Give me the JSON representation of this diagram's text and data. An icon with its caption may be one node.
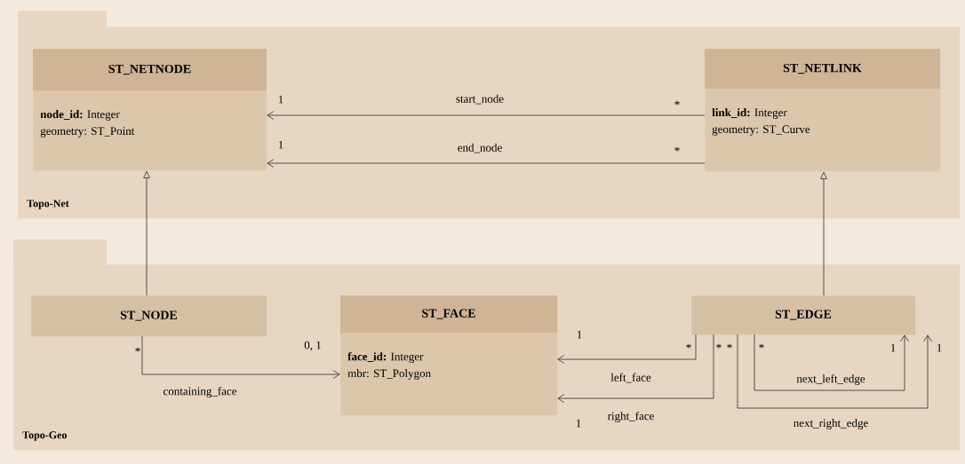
{
  "diagram": {
    "nodes": [
      {
        "text": [
          "Topo-Net"
        ]
      },
      {
        "text": [
          "ST_NETNODE",
          "**node_id:** Integer",
          "geometry: ST_Point"
        ],
        "in": 0
      },
      {
        "text": [
          "ST_NETLINK",
          "**link_id:** Integer",
          "geometry: ST_Curve"
        ],
        "in": 0
      },
      {
        "text": [
          "Topo-Geo"
        ]
      },
      {
        "text": [
          "ST_NODE"
        ],
        "in": 3
      },
      {
        "text": [
          "ST_FACE",
          "**face_id:** Integer",
          "mbr: ST_Polygon"
        ],
        "in": 3
      },
      {
        "text": [
          "ST_EDGE"
        ],
        "in": 3
      }
    ],
    "edges": [
      {
        "from": 2,
        "to": 1,
        "arrow": "to",
        "label": "start_node"
      },
      {
        "from": 2,
        "to": 1,
        "arrow": "to",
        "label": "end_node"
      },
      {
        "from": 4,
        "to": 1,
        "arrow": "to"
      },
      {
        "from": 6,
        "to": 2,
        "arrow": "to"
      },
      {
        "from": 4,
        "to": 5,
        "arrow": "to",
        "label": "containing_face"
      },
      {
        "from": 6,
        "to": 5,
        "arrow": "to",
        "label": "left_face"
      },
      {
        "from": 6,
        "to": 5,
        "arrow": "to",
        "label": "right_face"
      },
      {
        "from": 6,
        "to": 6,
        "arrow": "to",
        "label": "next_left_edge"
      },
      {
        "from": 6,
        "to": 6,
        "arrow": "to",
        "label": "next_right_edge"
      }
    ],
    "labels": [
      "1",
      "*",
      "1",
      "*",
      "1",
      "*",
      "0, 1",
      "*",
      "*",
      "*",
      "*",
      "1",
      "1",
      "1"
    ]
  }
}
